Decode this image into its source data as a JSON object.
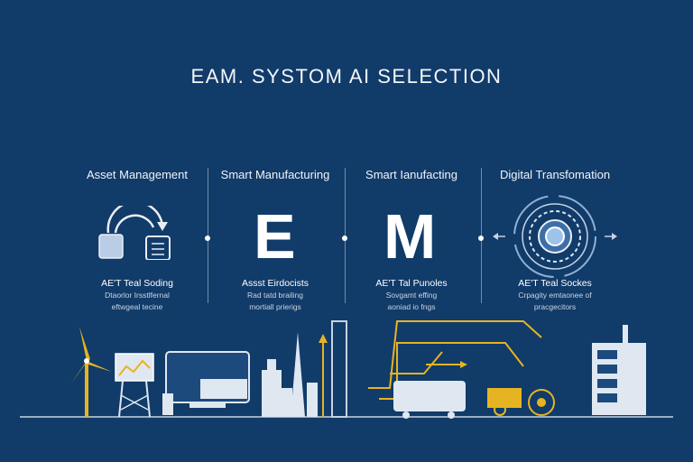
{
  "title": "EAM. SYSTOM AI SELECTION",
  "columns": [
    {
      "heading": "Asset Management",
      "sub_title": "AE'T Teal Soding",
      "desc_1": "Dtaorlor Irsstlfernal",
      "desc_2": "eftwgeal tecine"
    },
    {
      "heading": "Smart Manufacturing",
      "sub_title": "Assst Eirdocists",
      "desc_1": "Rad tatd brailing",
      "desc_2": "mortiall prierigs"
    },
    {
      "heading": "Smart Ianufacting",
      "sub_title": "AE'T Tal Punoles",
      "desc_1": "Sovgamt effing",
      "desc_2": "aoniad io fngs"
    },
    {
      "heading": "Digital Transfomation",
      "sub_title": "AE'T Teal Sockes",
      "desc_1": "Crpagity emtaonee of",
      "desc_2": "pracgecitors"
    }
  ],
  "letters": {
    "e": "E",
    "m": "M"
  },
  "colors": {
    "background": "#113b69",
    "accent": "#e6b422",
    "line": "#c7d3e2",
    "device": "#dfe7f1"
  }
}
